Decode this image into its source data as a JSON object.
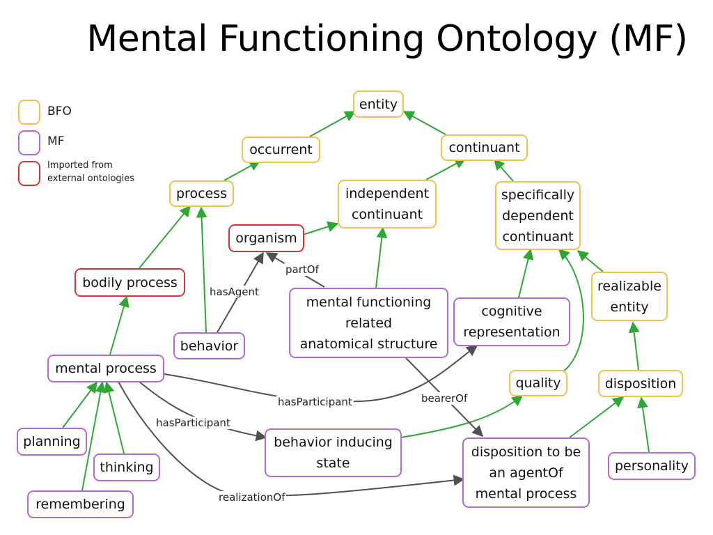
{
  "title": "Mental Functioning Ontology (MF)",
  "colors": {
    "bfo": "#f2c04d",
    "mf": "#b469d6",
    "external": "#d93434",
    "is_a_edge": "#2ea835",
    "relation_edge": "#505050"
  },
  "legend": {
    "bfo": "BFO",
    "mf": "MF",
    "external": "Imported from\nexternal ontologies"
  },
  "nodes": {
    "entity": "entity",
    "occurrent": "occurrent",
    "continuant": "continuant",
    "process": "process",
    "independent_continuant": "independent\ncontinuant",
    "specifically_dependent_continuant": "specifically\ndependent\ncontinuant",
    "organism": "organism",
    "bodily_process": "bodily process",
    "realizable_entity": "realizable\nentity",
    "behavior": "behavior",
    "mental_functioning_related_anatomical_structure": "mental functioning\nrelated\nanatomical structure",
    "cognitive_representation": "cognitive\nrepresentation",
    "mental_process": "mental process",
    "quality": "quality",
    "disposition": "disposition",
    "planning": "planning",
    "thinking": "thinking",
    "remembering": "remembering",
    "behavior_inducing_state": "behavior inducing\nstate",
    "disposition_to_be_an_agent_of_mental_process": "disposition to be\nan agentOf\nmental process",
    "personality": "personality"
  },
  "edge_labels": {
    "part_of": "partOf",
    "has_agent": "hasAgent",
    "has_participant_1": "hasParticipant",
    "has_participant_2": "hasParticipant",
    "bearer_of": "bearerOf",
    "realization_of": "realizationOf"
  }
}
